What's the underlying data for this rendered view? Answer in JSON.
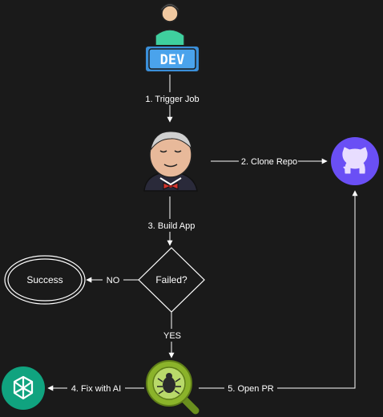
{
  "diagram": {
    "dev_node": {
      "badge_text": "DEV"
    },
    "edges": {
      "trigger_job": "1. Trigger Job",
      "clone_repo": "2. Clone Repo",
      "build_app": "3. Build App",
      "fix_with_ai": "4. Fix with AI",
      "open_pr": "5. Open PR",
      "no": "NO",
      "yes": "YES"
    },
    "nodes": {
      "decision": "Failed?",
      "success": "Success"
    }
  },
  "colors": {
    "background": "#1a1a1a",
    "github": "#6a4ff5",
    "openai": "#10a37f",
    "dev_badge": "#3a8fd9",
    "bug_icon": "#8bb32a"
  }
}
